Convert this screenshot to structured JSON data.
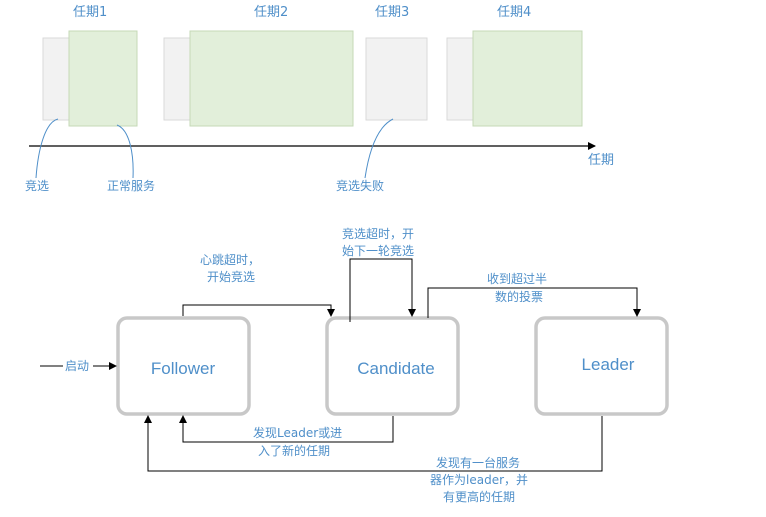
{
  "colors": {
    "accent_text": "#4f8fc9",
    "election_box": "#f2f2f2",
    "normal_box": "#e2efda",
    "state_border": "#c8c8c8",
    "line": "#000000"
  },
  "timeline": {
    "terms": [
      "任期1",
      "任期2",
      "任期3",
      "任期4"
    ],
    "axis_label": "任期",
    "annotations": {
      "election": "竞选",
      "normal_service": "正常服务",
      "election_failed": "竞选失败"
    }
  },
  "state_machine": {
    "states": {
      "follower": "Follower",
      "candidate": "Candidate",
      "leader": "Leader"
    },
    "start_label": "启动",
    "transitions": {
      "heartbeat_timeout": [
        "心跳超时，",
        "开始竞选"
      ],
      "election_timeout": [
        "竞选超时，开",
        "始下一轮竞选"
      ],
      "majority_votes": [
        "收到超过半",
        "数的投票"
      ],
      "found_leader": [
        "发现Leader或进",
        "入了新的任期"
      ],
      "higher_term_leader": [
        "发现有一台服务",
        "器作为leader，并",
        "有更高的任期"
      ]
    }
  }
}
